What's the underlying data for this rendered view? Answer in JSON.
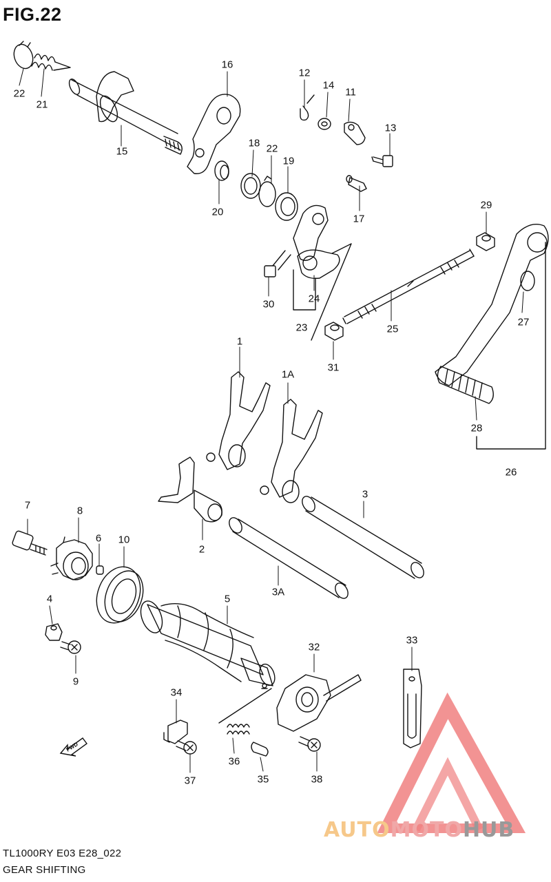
{
  "figure": {
    "title": "FIG.22",
    "model_code": "TL1000RY E03 E28_022",
    "caption": "GEAR SHIFTING"
  },
  "callouts": [
    {
      "id": "22a",
      "label": "22"
    },
    {
      "id": "21",
      "label": "21"
    },
    {
      "id": "15",
      "label": "15"
    },
    {
      "id": "16",
      "label": "16"
    },
    {
      "id": "12",
      "label": "12"
    },
    {
      "id": "14",
      "label": "14"
    },
    {
      "id": "11",
      "label": "11"
    },
    {
      "id": "13",
      "label": "13"
    },
    {
      "id": "18",
      "label": "18"
    },
    {
      "id": "22b",
      "label": "22"
    },
    {
      "id": "19",
      "label": "19"
    },
    {
      "id": "20",
      "label": "20"
    },
    {
      "id": "17",
      "label": "17"
    },
    {
      "id": "29",
      "label": "29"
    },
    {
      "id": "30",
      "label": "30"
    },
    {
      "id": "24",
      "label": "24"
    },
    {
      "id": "23",
      "label": "23"
    },
    {
      "id": "25",
      "label": "25"
    },
    {
      "id": "27",
      "label": "27"
    },
    {
      "id": "31",
      "label": "31"
    },
    {
      "id": "1",
      "label": "1"
    },
    {
      "id": "1A",
      "label": "1A"
    },
    {
      "id": "28",
      "label": "28"
    },
    {
      "id": "26",
      "label": "26"
    },
    {
      "id": "7",
      "label": "7"
    },
    {
      "id": "8",
      "label": "8"
    },
    {
      "id": "3",
      "label": "3"
    },
    {
      "id": "6",
      "label": "6"
    },
    {
      "id": "10",
      "label": "10"
    },
    {
      "id": "2",
      "label": "2"
    },
    {
      "id": "3A",
      "label": "3A"
    },
    {
      "id": "4",
      "label": "4"
    },
    {
      "id": "5",
      "label": "5"
    },
    {
      "id": "9",
      "label": "9"
    },
    {
      "id": "33",
      "label": "33"
    },
    {
      "id": "32",
      "label": "32"
    },
    {
      "id": "34",
      "label": "34"
    },
    {
      "id": "36",
      "label": "36"
    },
    {
      "id": "35",
      "label": "35"
    },
    {
      "id": "37",
      "label": "37"
    },
    {
      "id": "38",
      "label": "38"
    }
  ],
  "direction_marker": {
    "label": "FWD",
    "icon": "fwd-arrow-icon"
  },
  "watermark": {
    "text_part1": "AUTO",
    "text_part2": "MOTO",
    "text_part3": "HUB",
    "colors": {
      "part1": "#f6c88a",
      "part2": "#f0a8a8",
      "part3": "#999999",
      "logo": "#f08080"
    }
  }
}
